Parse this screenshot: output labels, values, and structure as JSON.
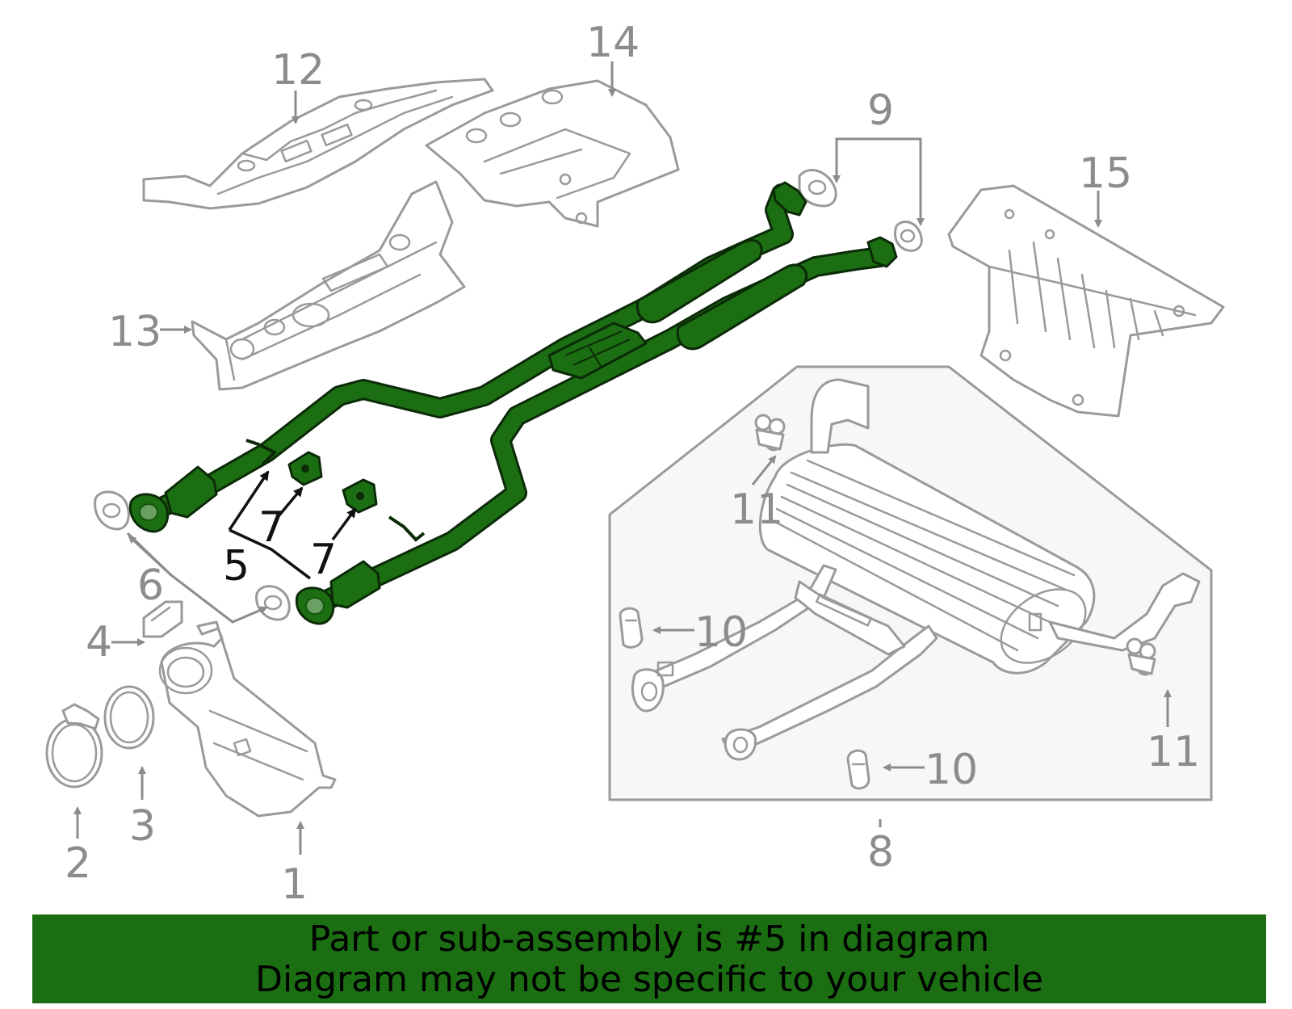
{
  "diagram": {
    "callouts": {
      "c1": "1",
      "c2": "2",
      "c3": "3",
      "c4": "4",
      "c5": "5",
      "c6": "6",
      "c7a": "7",
      "c7b": "7",
      "c8": "8",
      "c9": "9",
      "c10a": "10",
      "c10b": "10",
      "c11a": "11",
      "c11b": "11",
      "c12": "12",
      "c13": "13",
      "c14": "14",
      "c15": "15"
    },
    "highlight_color": "#1b6e12"
  },
  "banner": {
    "line1": "Part or sub-assembly is #5 in diagram",
    "line2": "Diagram may not be specific to your vehicle"
  }
}
